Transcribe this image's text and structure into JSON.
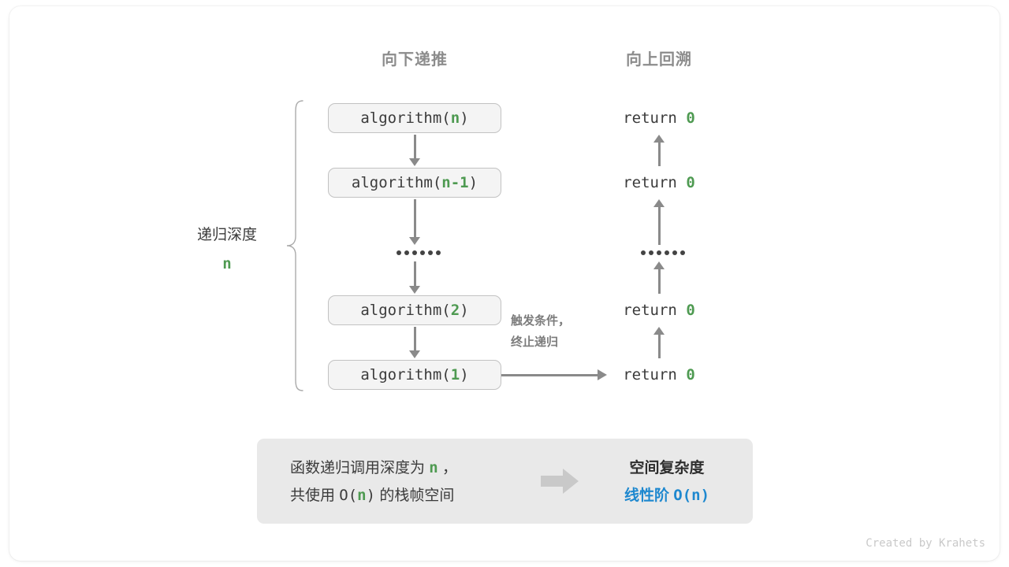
{
  "headers": {
    "descend": "向下递推",
    "ascend": "向上回溯"
  },
  "depth": {
    "label": "递归深度",
    "value": "n"
  },
  "calls": [
    {
      "prefix": "algorithm(",
      "arg": "n",
      "suffix": ")"
    },
    {
      "prefix": "algorithm(",
      "arg": "n-1",
      "suffix": ")"
    },
    {
      "prefix": "algorithm(",
      "arg": "2",
      "suffix": ")"
    },
    {
      "prefix": "algorithm(",
      "arg": "1",
      "suffix": ")"
    }
  ],
  "returns": [
    {
      "keyword": "return",
      "value": "0"
    },
    {
      "keyword": "return",
      "value": "0"
    },
    {
      "keyword": "return",
      "value": "0"
    },
    {
      "keyword": "return",
      "value": "0"
    }
  ],
  "ellipsis": "······",
  "trigger": {
    "line1": "触发条件，",
    "line2": "终止递归"
  },
  "summary": {
    "left_line1_a": "函数递归调用深度为 ",
    "left_line1_n": "n",
    "left_line1_b": " ，",
    "left_line2_a": "共使用 ",
    "left_line2_o": "O(",
    "left_line2_n": "n",
    "left_line2_c": ")",
    "left_line2_b": " 的栈帧空间",
    "right_title": "空间复杂度",
    "right_value_text": "线性阶 ",
    "right_value_mono": "O(n)"
  },
  "credit": "Created by Krahets",
  "colors": {
    "green": "#4e9a51",
    "blue": "#1e88cf",
    "gray_text": "#3b3b3b",
    "gray_muted": "#8c8c8c",
    "arrow": "#8a8a8a",
    "box_fill": "#f4f4f4",
    "box_border": "#c2c2c2",
    "summary_fill": "#e9e9e9"
  }
}
